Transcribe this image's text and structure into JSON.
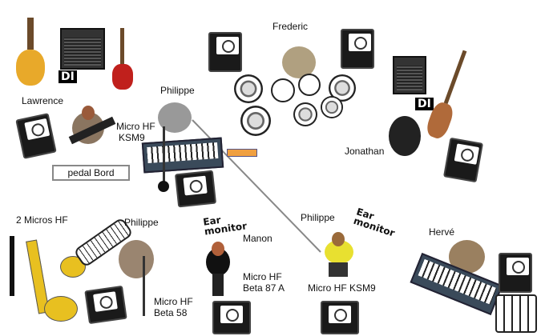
{
  "title": "Stage plot",
  "musicians": {
    "lawrence": "Lawrence",
    "philippe_keys": "Philippe",
    "frederic": "Frederic",
    "jonathan": "Jonathan",
    "philippe_sax": "Philippe",
    "manon": "Manon",
    "philippe_vocal": "Philippe",
    "herve": "Hervé"
  },
  "labels": {
    "pedal_board": "pedal Bord",
    "mic_ksm9_keys": [
      "Micro HF",
      "KSM9"
    ],
    "di_left": "DI",
    "di_right": "DI",
    "two_mics": "2 Micros HF",
    "mic_beta58": [
      "Micro HF",
      "Beta 58"
    ],
    "ear_monitor_manon": [
      "Ear",
      "monitor"
    ],
    "mic_beta87": [
      "Micro HF",
      "Beta 87 A"
    ],
    "ear_monitor_philippe": [
      "Ear",
      "monitor"
    ],
    "mic_ksm9_vocal": "Micro HF KSM9"
  }
}
